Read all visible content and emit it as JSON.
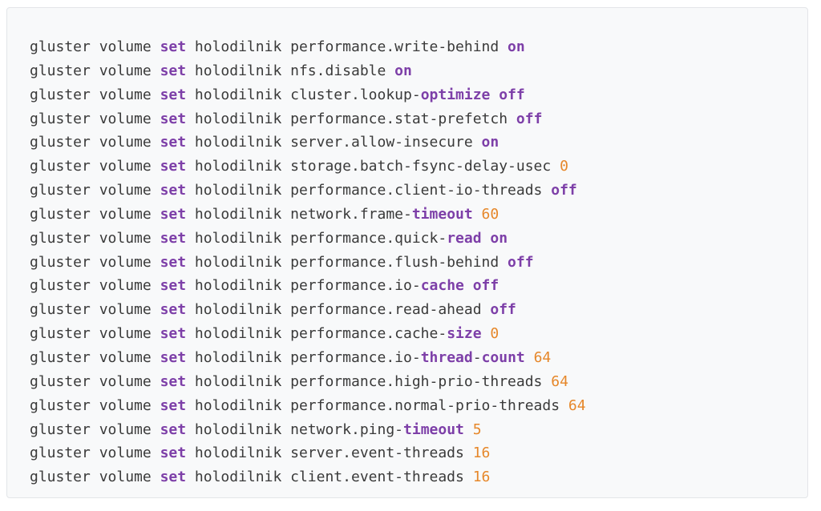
{
  "colors": {
    "background": "#f8f9fa",
    "border": "#e3e5e8",
    "text": "#3a3a3a",
    "keyword": "#7d3fa8",
    "number": "#e6872a"
  },
  "lines": [
    [
      {
        "t": "gluster volume ",
        "c": "plain"
      },
      {
        "t": "set",
        "c": "kw"
      },
      {
        "t": " holodilnik performance.write-behind ",
        "c": "plain"
      },
      {
        "t": "on",
        "c": "kw"
      }
    ],
    [
      {
        "t": "gluster volume ",
        "c": "plain"
      },
      {
        "t": "set",
        "c": "kw"
      },
      {
        "t": " holodilnik nfs.disable ",
        "c": "plain"
      },
      {
        "t": "on",
        "c": "kw"
      }
    ],
    [
      {
        "t": "gluster volume ",
        "c": "plain"
      },
      {
        "t": "set",
        "c": "kw"
      },
      {
        "t": " holodilnik cluster.lookup-",
        "c": "plain"
      },
      {
        "t": "optimize",
        "c": "kw"
      },
      {
        "t": " ",
        "c": "plain"
      },
      {
        "t": "off",
        "c": "kw"
      }
    ],
    [
      {
        "t": "gluster volume ",
        "c": "plain"
      },
      {
        "t": "set",
        "c": "kw"
      },
      {
        "t": " holodilnik performance.stat-prefetch ",
        "c": "plain"
      },
      {
        "t": "off",
        "c": "kw"
      }
    ],
    [
      {
        "t": "gluster volume ",
        "c": "plain"
      },
      {
        "t": "set",
        "c": "kw"
      },
      {
        "t": " holodilnik server.allow-insecure ",
        "c": "plain"
      },
      {
        "t": "on",
        "c": "kw"
      }
    ],
    [
      {
        "t": "gluster volume ",
        "c": "plain"
      },
      {
        "t": "set",
        "c": "kw"
      },
      {
        "t": " holodilnik storage.batch-fsync-delay-usec ",
        "c": "plain"
      },
      {
        "t": "0",
        "c": "num"
      }
    ],
    [
      {
        "t": "gluster volume ",
        "c": "plain"
      },
      {
        "t": "set",
        "c": "kw"
      },
      {
        "t": " holodilnik performance.client-io-threads ",
        "c": "plain"
      },
      {
        "t": "off",
        "c": "kw"
      }
    ],
    [
      {
        "t": "gluster volume ",
        "c": "plain"
      },
      {
        "t": "set",
        "c": "kw"
      },
      {
        "t": " holodilnik network.frame-",
        "c": "plain"
      },
      {
        "t": "timeout",
        "c": "kw"
      },
      {
        "t": " ",
        "c": "plain"
      },
      {
        "t": "60",
        "c": "num"
      }
    ],
    [
      {
        "t": "gluster volume ",
        "c": "plain"
      },
      {
        "t": "set",
        "c": "kw"
      },
      {
        "t": " holodilnik performance.quick-",
        "c": "plain"
      },
      {
        "t": "read",
        "c": "kw"
      },
      {
        "t": " ",
        "c": "plain"
      },
      {
        "t": "on",
        "c": "kw"
      }
    ],
    [
      {
        "t": "gluster volume ",
        "c": "plain"
      },
      {
        "t": "set",
        "c": "kw"
      },
      {
        "t": " holodilnik performance.flush-behind ",
        "c": "plain"
      },
      {
        "t": "off",
        "c": "kw"
      }
    ],
    [
      {
        "t": "gluster volume ",
        "c": "plain"
      },
      {
        "t": "set",
        "c": "kw"
      },
      {
        "t": " holodilnik performance.io-",
        "c": "plain"
      },
      {
        "t": "cache",
        "c": "kw"
      },
      {
        "t": " ",
        "c": "plain"
      },
      {
        "t": "off",
        "c": "kw"
      }
    ],
    [
      {
        "t": "gluster volume ",
        "c": "plain"
      },
      {
        "t": "set",
        "c": "kw"
      },
      {
        "t": " holodilnik performance.read-ahead ",
        "c": "plain"
      },
      {
        "t": "off",
        "c": "kw"
      }
    ],
    [
      {
        "t": "gluster volume ",
        "c": "plain"
      },
      {
        "t": "set",
        "c": "kw"
      },
      {
        "t": " holodilnik performance.cache-",
        "c": "plain"
      },
      {
        "t": "size",
        "c": "kw"
      },
      {
        "t": " ",
        "c": "plain"
      },
      {
        "t": "0",
        "c": "num"
      }
    ],
    [
      {
        "t": "gluster volume ",
        "c": "plain"
      },
      {
        "t": "set",
        "c": "kw"
      },
      {
        "t": " holodilnik performance.io-",
        "c": "plain"
      },
      {
        "t": "thread",
        "c": "kw"
      },
      {
        "t": "-",
        "c": "plain"
      },
      {
        "t": "count",
        "c": "kw"
      },
      {
        "t": " ",
        "c": "plain"
      },
      {
        "t": "64",
        "c": "num"
      }
    ],
    [
      {
        "t": "gluster volume ",
        "c": "plain"
      },
      {
        "t": "set",
        "c": "kw"
      },
      {
        "t": " holodilnik performance.high-prio-threads ",
        "c": "plain"
      },
      {
        "t": "64",
        "c": "num"
      }
    ],
    [
      {
        "t": "gluster volume ",
        "c": "plain"
      },
      {
        "t": "set",
        "c": "kw"
      },
      {
        "t": " holodilnik performance.normal-prio-threads ",
        "c": "plain"
      },
      {
        "t": "64",
        "c": "num"
      }
    ],
    [
      {
        "t": "gluster volume ",
        "c": "plain"
      },
      {
        "t": "set",
        "c": "kw"
      },
      {
        "t": " holodilnik network.ping-",
        "c": "plain"
      },
      {
        "t": "timeout",
        "c": "kw"
      },
      {
        "t": " ",
        "c": "plain"
      },
      {
        "t": "5",
        "c": "num"
      }
    ],
    [
      {
        "t": "gluster volume ",
        "c": "plain"
      },
      {
        "t": "set",
        "c": "kw"
      },
      {
        "t": " holodilnik server.event-threads ",
        "c": "plain"
      },
      {
        "t": "16",
        "c": "num"
      }
    ],
    [
      {
        "t": "gluster volume ",
        "c": "plain"
      },
      {
        "t": "set",
        "c": "kw"
      },
      {
        "t": " holodilnik client.event-threads ",
        "c": "plain"
      },
      {
        "t": "16",
        "c": "num"
      }
    ]
  ]
}
